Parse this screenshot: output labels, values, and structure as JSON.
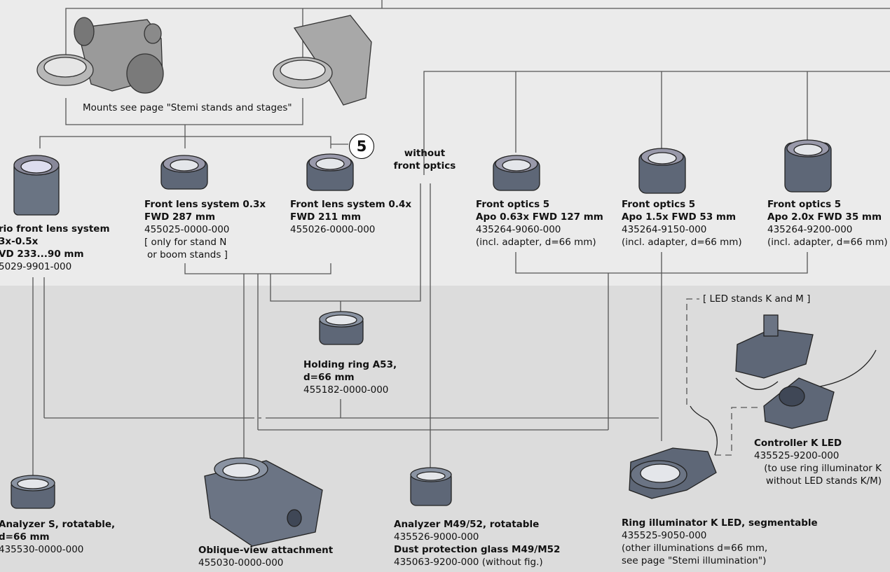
{
  "mounts_caption": "Mounts see page \"Stemi stands and stages\"",
  "callout_number": "5",
  "without_front_optics": [
    "without",
    "front optics"
  ],
  "led_stands_note": "[ LED stands K and M ]",
  "vario_lens": {
    "lines_bold": [
      "rio front lens system",
      "3x-0.5x",
      "VD 233...90 mm"
    ],
    "lines": [
      "5029-9901-000"
    ]
  },
  "front_lens_03": {
    "lines_bold": [
      "Front lens system 0.3x",
      "FWD 287 mm"
    ],
    "lines": [
      "455025-0000-000",
      "[ only for stand N",
      "or boom stands ]"
    ]
  },
  "front_lens_04": {
    "lines_bold": [
      "Front lens system 0.4x",
      "FWD 211 mm"
    ],
    "lines": [
      "455026-0000-000"
    ]
  },
  "front_optics_063": {
    "lines_bold": [
      "Front optics 5",
      "Apo 0.63x FWD 127 mm"
    ],
    "lines": [
      "435264-9060-000",
      "(incl. adapter, d=66 mm)"
    ]
  },
  "front_optics_15": {
    "lines_bold": [
      "Front optics 5",
      "Apo 1.5x FWD 53 mm"
    ],
    "lines": [
      "435264-9150-000",
      "(incl. adapter, d=66 mm)"
    ]
  },
  "front_optics_20": {
    "lines_bold": [
      "Front optics 5",
      "Apo 2.0x FWD 35 mm"
    ],
    "lines": [
      "435264-9200-000",
      "(incl. adapter, d=66 mm)"
    ]
  },
  "holding_ring": {
    "lines_bold": [
      "Holding ring A53,",
      "d=66 mm"
    ],
    "lines": [
      "455182-0000-000"
    ]
  },
  "controller": {
    "lines_bold": [
      "Controller K LED"
    ],
    "lines": [
      "435525-9200-000",
      "(to use ring illuminator K",
      "without LED stands K/M)"
    ]
  },
  "analyzer_s": {
    "lines_bold": [
      "Analyzer S, rotatable,",
      "d=66 mm"
    ],
    "lines": [
      "435530-0000-000"
    ]
  },
  "oblique": {
    "lines_bold": [
      "Oblique-view attachment"
    ],
    "lines": [
      "455030-0000-000"
    ]
  },
  "analyzer_m": {
    "lines_bold": [
      "Analyzer M49/52, rotatable"
    ],
    "lines": [
      "435526-9000-000"
    ],
    "lines_bold2": [
      "Dust protection glass M49/M52"
    ],
    "lines2": [
      "435063-9200-000 (without fig.)"
    ]
  },
  "ring_illum": {
    "lines_bold": [
      "Ring illuminator K LED, segmentable"
    ],
    "lines": [
      "435525-9050-000",
      "(other illuminations d=66 mm,",
      "see page \"Stemi illumination\")"
    ]
  }
}
